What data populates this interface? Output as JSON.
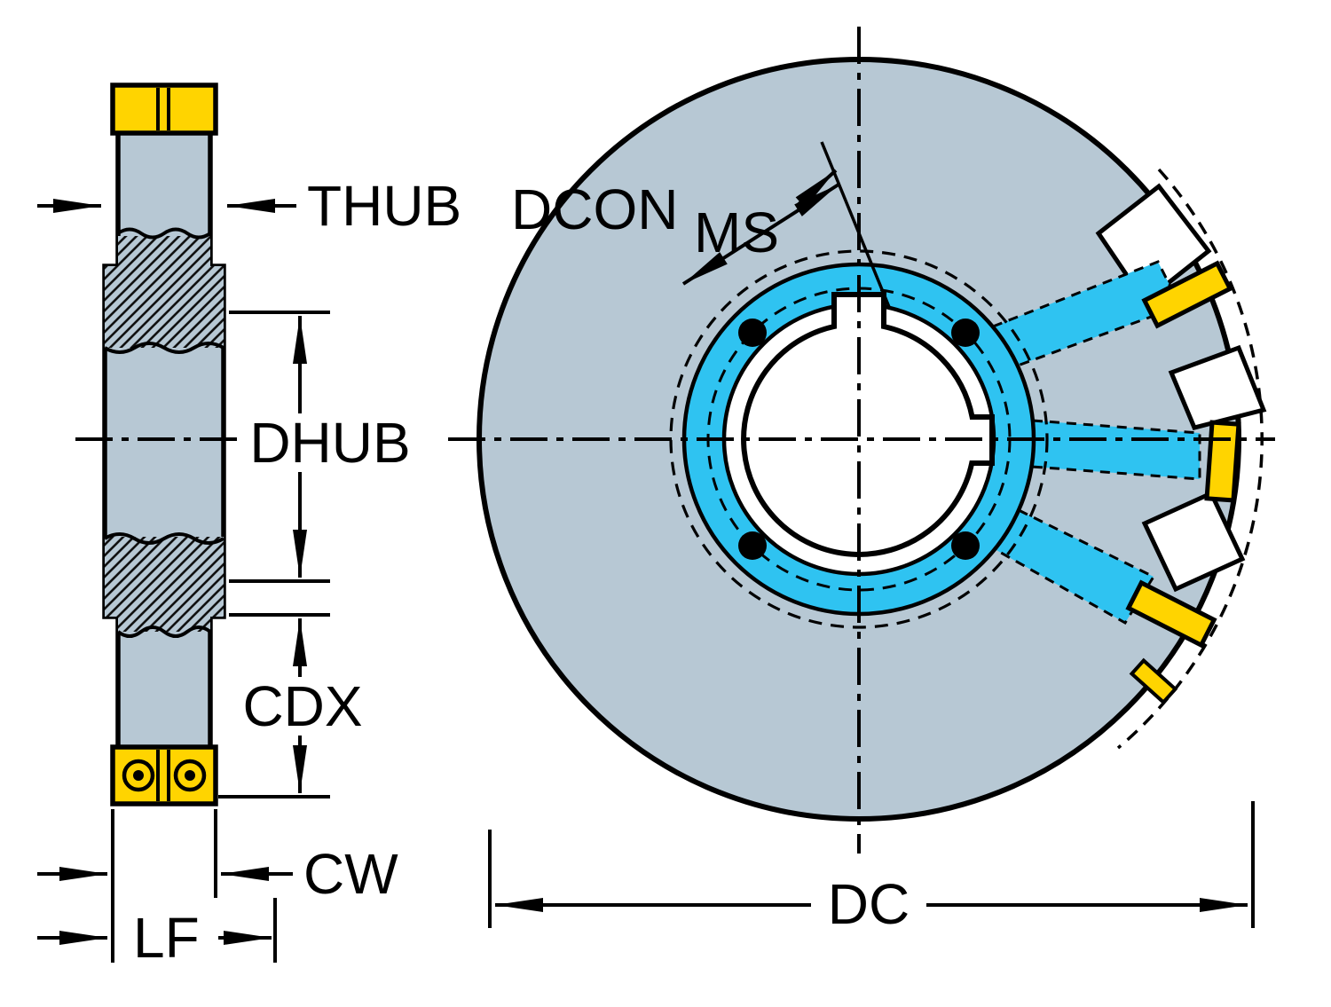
{
  "diagram": {
    "type": "technical-drawing-milling-cutter",
    "labels": {
      "thub": "THUB",
      "dcon": "DCON",
      "ms": "MS",
      "dhub": "DHUB",
      "cdx": "CDX",
      "cw": "CW",
      "lf": "LF",
      "dc": "DC"
    },
    "colors": {
      "body": "#b7c8d4",
      "insert": "#ffd400",
      "coolant": "#2fc3f1",
      "line": "#000000",
      "background": "#ffffff"
    }
  }
}
